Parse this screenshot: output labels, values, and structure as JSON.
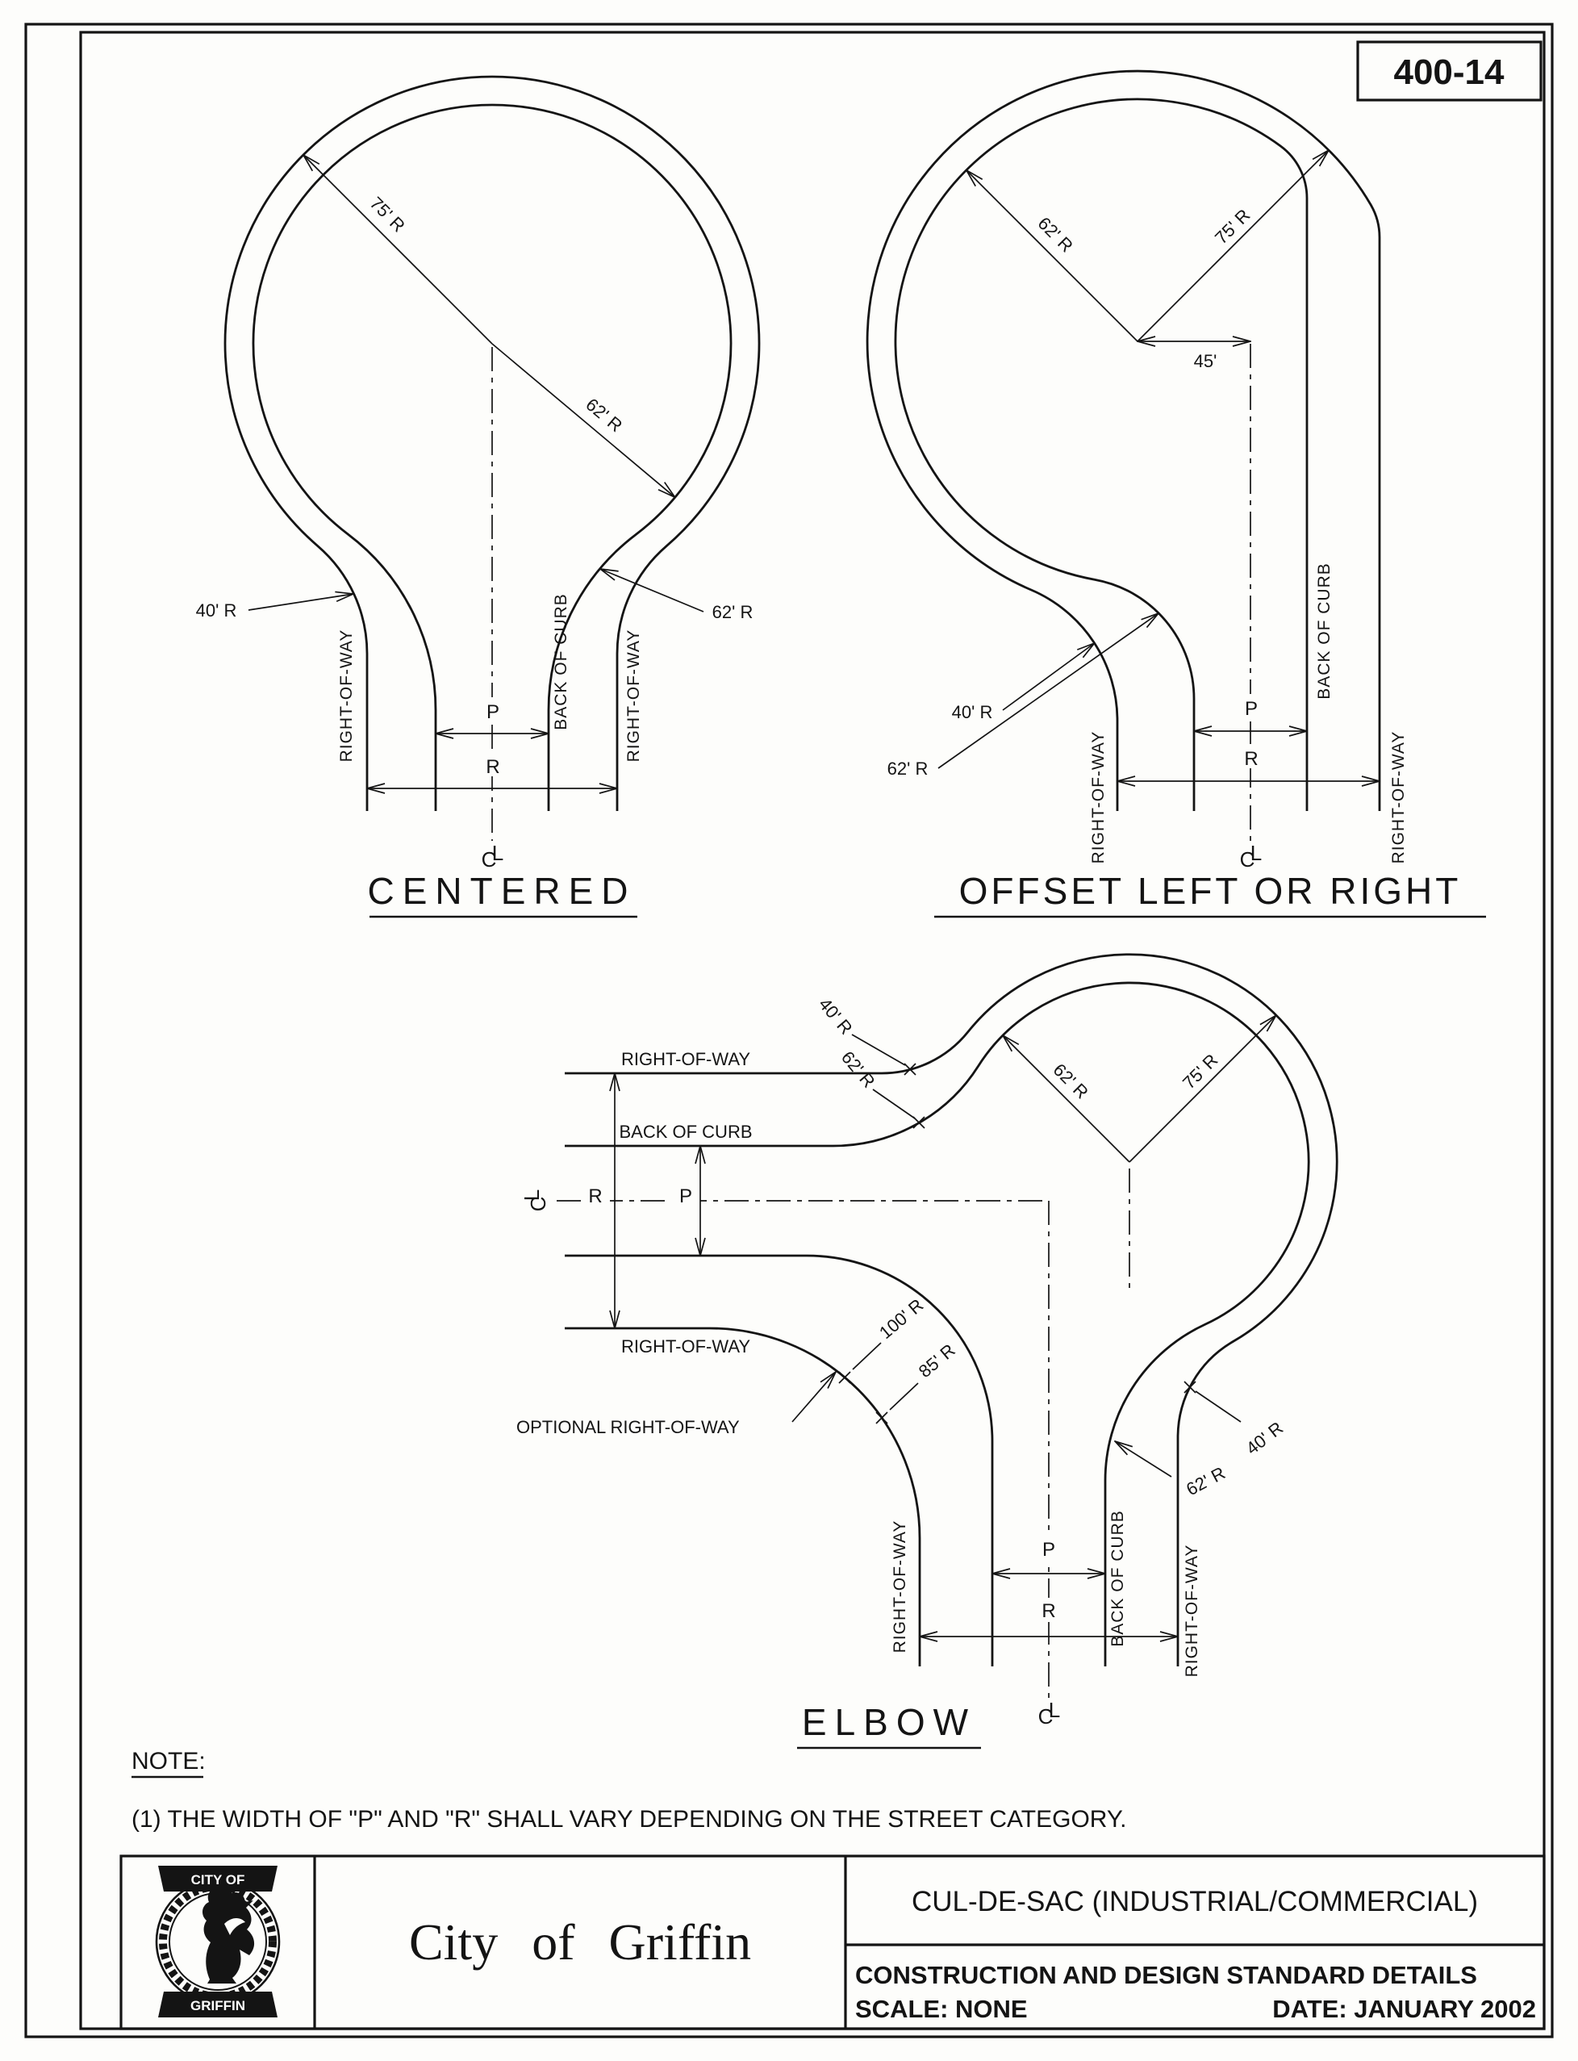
{
  "sheet": {
    "number": "400-14"
  },
  "note": {
    "heading": "NOTE:",
    "body": "(1) THE WIDTH OF \"P\" AND \"R\" SHALL VARY DEPENDING ON THE STREET CATEGORY."
  },
  "symbols": {
    "p": "P",
    "r": "R",
    "cl_c": "C",
    "cl_l": "L"
  },
  "labels": {
    "right_of_way": "RIGHT-OF-WAY",
    "back_of_curb": "BACK OF CURB",
    "optional_right_of_way": "OPTIONAL RIGHT-OF-WAY"
  },
  "radii": {
    "r40": "40' R",
    "r45": "45'",
    "r62": "62' R",
    "r75": "75' R",
    "r85": "85' R",
    "r100": "100' R"
  },
  "diagrams": {
    "centered": {
      "title": "CENTERED"
    },
    "offset": {
      "title": "OFFSET LEFT OR RIGHT"
    },
    "elbow": {
      "title": "ELBOW"
    }
  },
  "title_block": {
    "org": "City of Griffin",
    "logo_top": "CITY OF",
    "logo_bottom": "GRIFFIN",
    "drawing_title": "CUL-DE-SAC (INDUSTRIAL/COMMERCIAL)",
    "series": "CONSTRUCTION AND DESIGN STANDARD DETAILS",
    "scale": "SCALE: NONE",
    "date": "DATE: JANUARY 2002"
  }
}
